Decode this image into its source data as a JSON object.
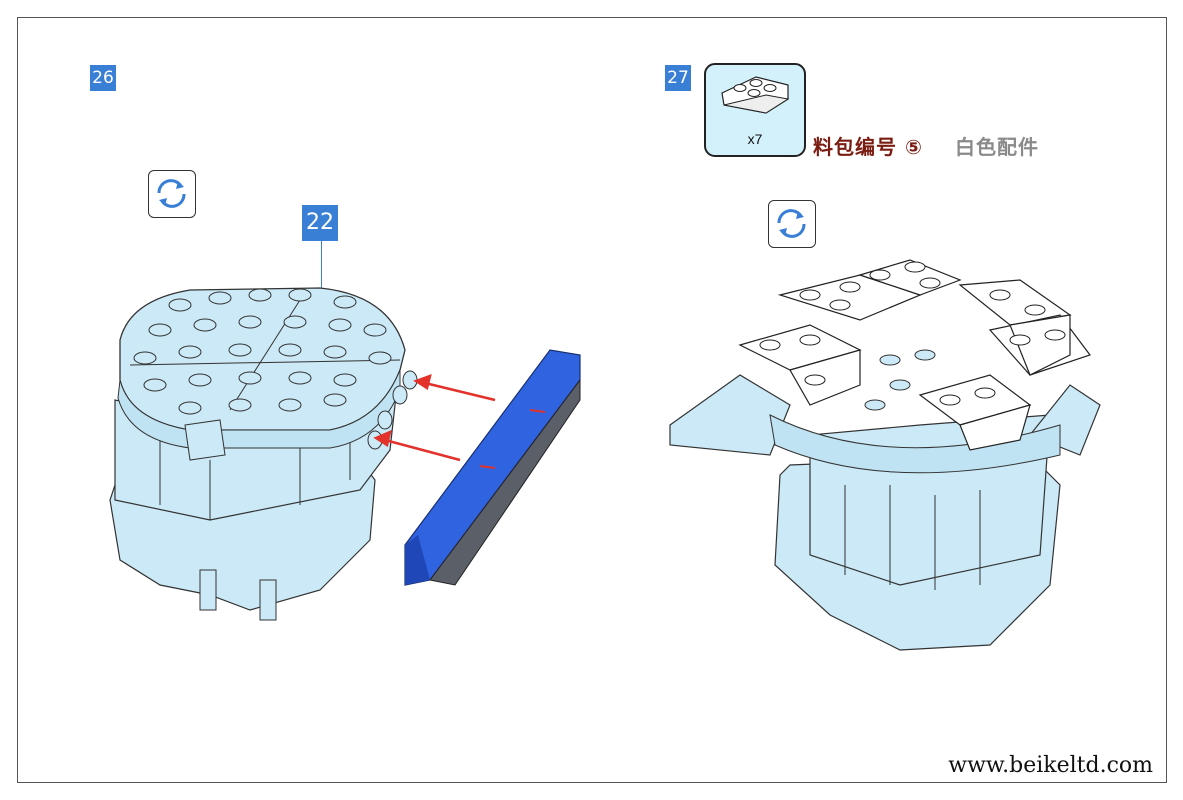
{
  "steps": [
    {
      "number": "26",
      "callout": "22"
    },
    {
      "number": "27",
      "parts_qty": "x7",
      "bag_label": "料包编号 ⑤",
      "color_label": "白色配件"
    }
  ],
  "icons": {
    "rotate": "rotate-arrows-icon",
    "part": "inverted-slope-brick-icon"
  },
  "colors": {
    "badge": "#3a7fd6",
    "brick_light_blue": "#cbe9f6",
    "brick_blue": "#2f63e0",
    "brick_white": "#ffffff",
    "arrow_red": "#e3322b",
    "bag_label": "#7a1c12",
    "color_label": "#8a8a8a"
  },
  "footer": {
    "website": "www.beikeltd.com"
  }
}
